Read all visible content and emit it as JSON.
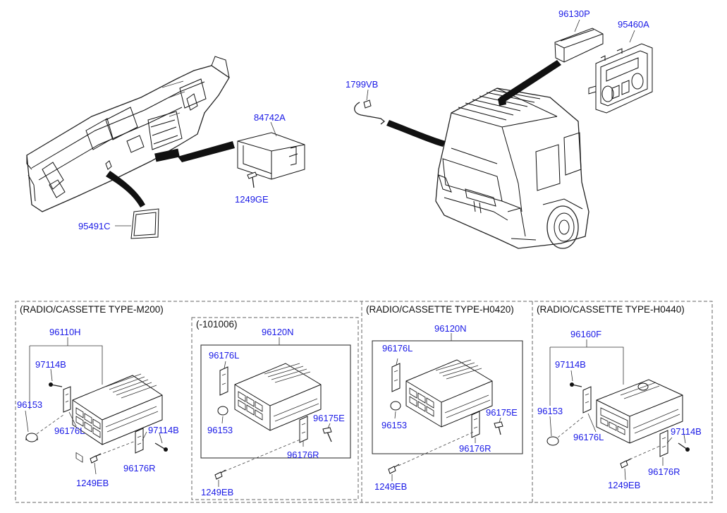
{
  "labels": {
    "p96130P": "96130P",
    "p95460A": "95460A",
    "p1799VB": "1799VB",
    "p84742A": "84742A",
    "p1249GE": "1249GE",
    "p95491C": "95491C"
  },
  "sections": [
    {
      "header": "(RADIO/CASSETTE TYPE-M200)",
      "parts": {
        "main": "96110H",
        "screw": "97114B",
        "knob": "96153",
        "bracket_left": "96176L",
        "screw_right": "97114B",
        "bracket_right": "96176R",
        "bolt": "1249EB"
      }
    },
    {
      "header": "(-101006)",
      "parts": {
        "main": "96120N",
        "bracket_left": "96176L",
        "knob": "96153",
        "screw": "96175E",
        "bracket_right": "96176R",
        "bolt": "1249EB"
      }
    },
    {
      "header": "(RADIO/CASSETTE TYPE-H0420)",
      "parts": {
        "main": "96120N",
        "bracket_left": "96176L",
        "knob": "96153",
        "screw": "96175E",
        "bracket_right": "96176R",
        "bolt": "1249EB"
      }
    },
    {
      "header": "(RADIO/CASSETTE TYPE-H0440)",
      "parts": {
        "main": "96160F",
        "screw": "97114B",
        "knob": "96153",
        "bracket_left": "96176L",
        "screw_right": "97114B",
        "bracket_right": "96176R",
        "bolt": "1249EB"
      }
    }
  ]
}
